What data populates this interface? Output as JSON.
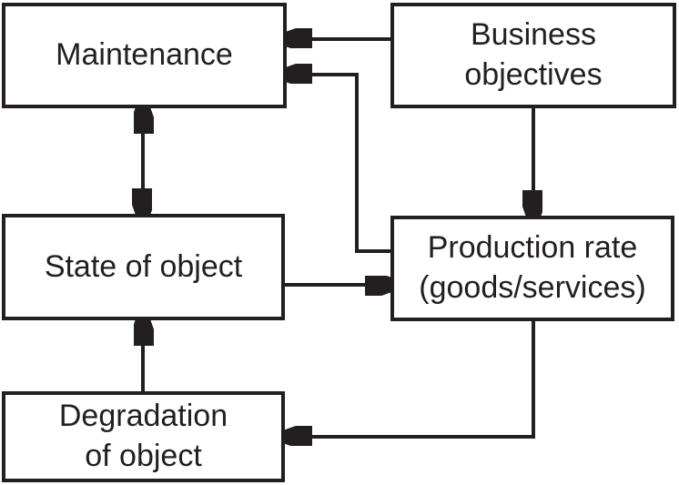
{
  "diagram": {
    "type": "flow-diagram",
    "background_color": "#ffffff",
    "line_color": "#231f20",
    "box_fill_color": "#ffffff",
    "nodes": {
      "maintenance": {
        "label": "Maintenance"
      },
      "business_objectives": {
        "label": "Business\nobjectives"
      },
      "state_of_object": {
        "label": "State of object"
      },
      "production_rate": {
        "label": "Production rate\n(goods/services)"
      },
      "degradation_of_object": {
        "label": "Degradation\nof object"
      }
    },
    "edges": [
      {
        "from": "Business objectives",
        "to": "Maintenance",
        "direction": "one-way"
      },
      {
        "from": "Production rate (goods/services)",
        "to": "Maintenance",
        "direction": "one-way"
      },
      {
        "from": "Business objectives",
        "to": "Production rate (goods/services)",
        "direction": "one-way"
      },
      {
        "from": "Maintenance",
        "to": "State of object",
        "direction": "two-way"
      },
      {
        "from": "State of object",
        "to": "Production rate (goods/services)",
        "direction": "one-way"
      },
      {
        "from": "Degradation of object",
        "to": "State of object",
        "direction": "one-way"
      },
      {
        "from": "Production rate (goods/services)",
        "to": "Degradation of object",
        "direction": "one-way"
      }
    ]
  }
}
